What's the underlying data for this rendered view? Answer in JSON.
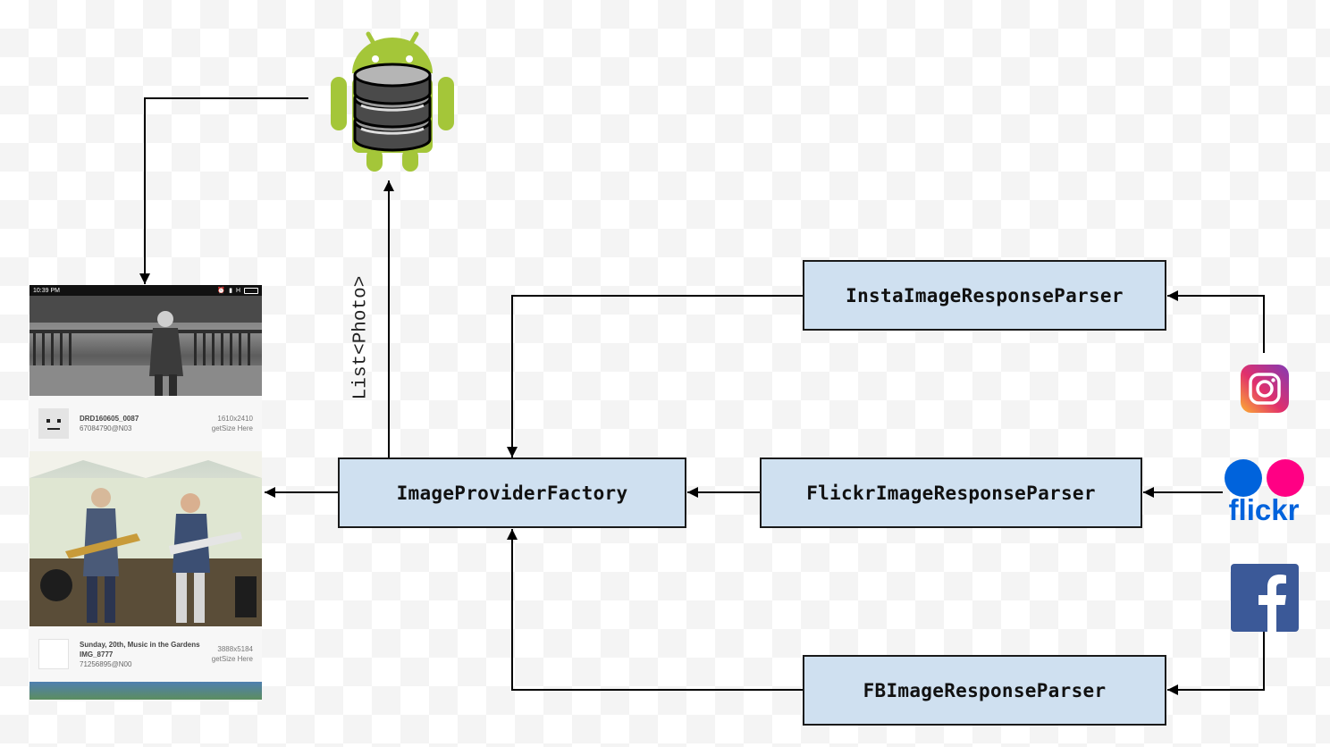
{
  "diagram": {
    "nodes": {
      "factory": "ImageProviderFactory",
      "insta_parser": "InstaImageResponseParser",
      "flickr_parser": "FlickrImageResponseParser",
      "fb_parser": "FBImageResponseParser"
    },
    "edge_label": "List<Photo>"
  },
  "logos": {
    "flickr_text": "flickr",
    "flickr_blue": "#0063dc",
    "flickr_pink": "#ff0084",
    "facebook_blue": "#3b5998",
    "android_green": "#a4c639"
  },
  "phone": {
    "status_time": "10:39 PM",
    "status_carrier": "H",
    "items": [
      {
        "title": "DRD160605_0087",
        "owner": "67084790@N03",
        "size": "1610x2410",
        "action": "getSize Here"
      },
      {
        "title": "Sunday, 20th, Music in the Gardens",
        "subtitle": "IMG_8777",
        "owner": "71256895@N00",
        "size": "3888x5184",
        "action": "getSize Here"
      }
    ]
  }
}
